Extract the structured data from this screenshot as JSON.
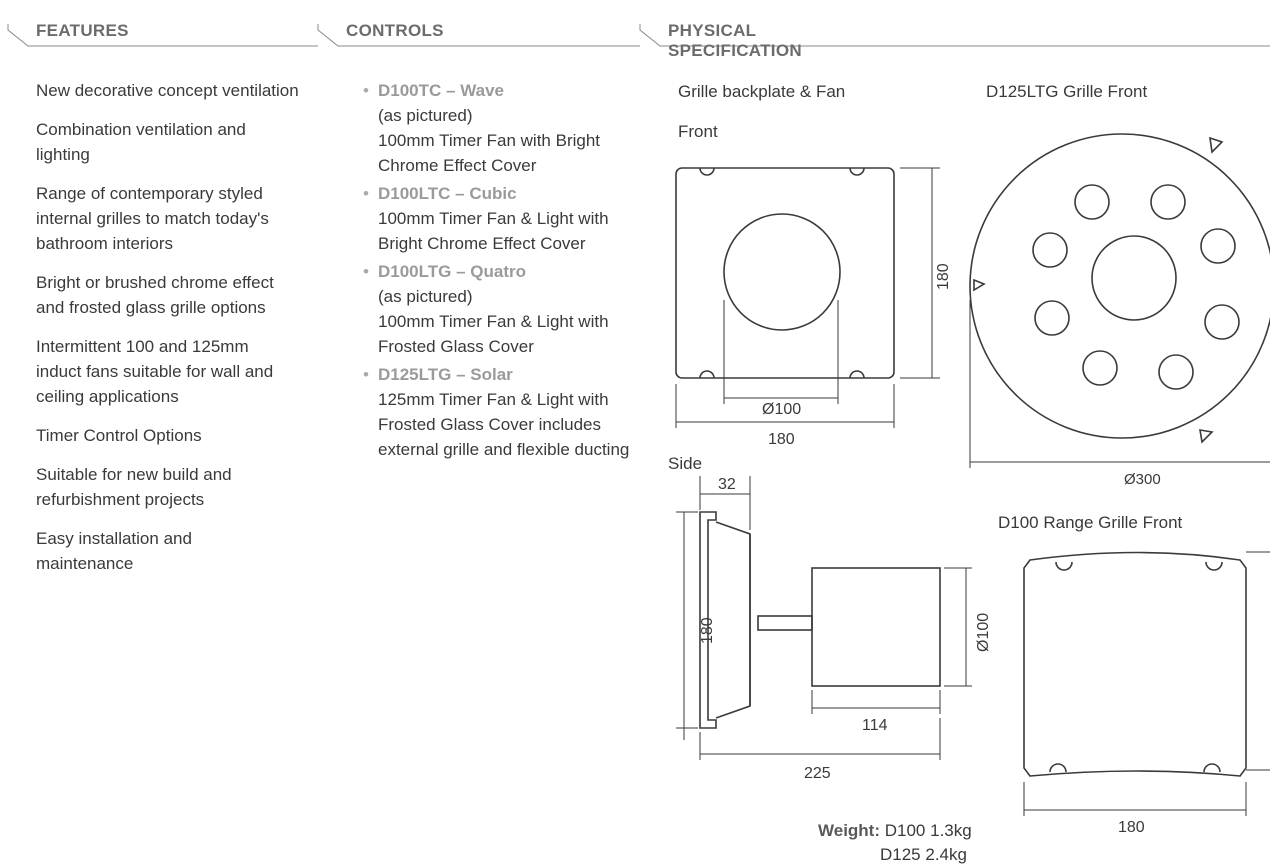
{
  "headers": {
    "features": "FEATURES",
    "controls": "CONTROLS",
    "physical": "PHYSICAL SPECIFICATION"
  },
  "features": [
    "New decorative concept ventilation",
    "Combination ventilation and lighting",
    "Range of contemporary styled internal grilles to match today's bathroom interiors",
    "Bright or brushed chrome effect and frosted glass grille options",
    "Intermittent 100 and 125mm induct fans suitable for wall and ceiling applications",
    "Timer Control Options",
    "Suitable for new build and refurbishment projects",
    "Easy installation and maintenance"
  ],
  "controls": [
    {
      "name": "D100TC – Wave",
      "note": "(as pictured)",
      "desc": "100mm Timer Fan with Bright Chrome Effect Cover"
    },
    {
      "name": "D100LTC – Cubic",
      "note": "",
      "desc": "100mm Timer Fan & Light with Bright Chrome Effect Cover"
    },
    {
      "name": "D100LTG – Quatro",
      "note": "(as pictured)",
      "desc": "100mm Timer Fan & Light with Frosted Glass Cover"
    },
    {
      "name": "D125LTG – Solar",
      "note": "",
      "desc": "125mm Timer Fan & Light with Frosted Glass Cover includes external grille and flexible ducting"
    }
  ],
  "spec": {
    "backplate_title": "Grille backplate & Fan",
    "front_label": "Front",
    "side_label": "Side",
    "d125_title": "D125LTG Grille Front",
    "d100_title": "D100 Range Grille Front",
    "dims": {
      "front_height": "180",
      "front_hole": "Ø100",
      "front_width": "180",
      "side_depth": "32",
      "side_height": "180",
      "side_fan_dia": "Ø100",
      "side_fan_len": "114",
      "side_total": "225",
      "d125_dia": "Ø300",
      "d100_width": "180"
    },
    "weight_label": "Weight:",
    "weight_d100": "D100 1.3kg",
    "weight_d125": "D125 2.4kg"
  }
}
